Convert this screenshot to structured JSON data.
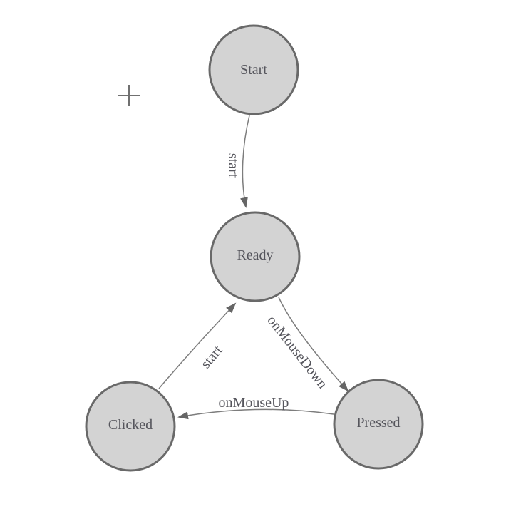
{
  "colors": {
    "node_fill": "#d3d3d3",
    "node_border": "#696969",
    "edge_stroke": "#7d7d7d",
    "arrow_fill": "#666666",
    "label_color": "#55555c",
    "origin_marker_color": "#707070",
    "canvas_bg": "#ffffff"
  },
  "diagram": {
    "type": "state-machine",
    "origin_marker": "+",
    "nodes": [
      {
        "id": "start",
        "label": "Start"
      },
      {
        "id": "ready",
        "label": "Ready"
      },
      {
        "id": "clicked",
        "label": "Clicked"
      },
      {
        "id": "pressed",
        "label": "Pressed"
      }
    ],
    "edges": [
      {
        "id": "start-to-ready",
        "from": "start",
        "to": "ready",
        "label": "start"
      },
      {
        "id": "ready-to-pressed",
        "from": "ready",
        "to": "pressed",
        "label": "onMouseDown"
      },
      {
        "id": "pressed-to-clicked",
        "from": "pressed",
        "to": "clicked",
        "label": "onMouseUp"
      },
      {
        "id": "clicked-to-ready",
        "from": "clicked",
        "to": "ready",
        "label": "start"
      }
    ]
  }
}
